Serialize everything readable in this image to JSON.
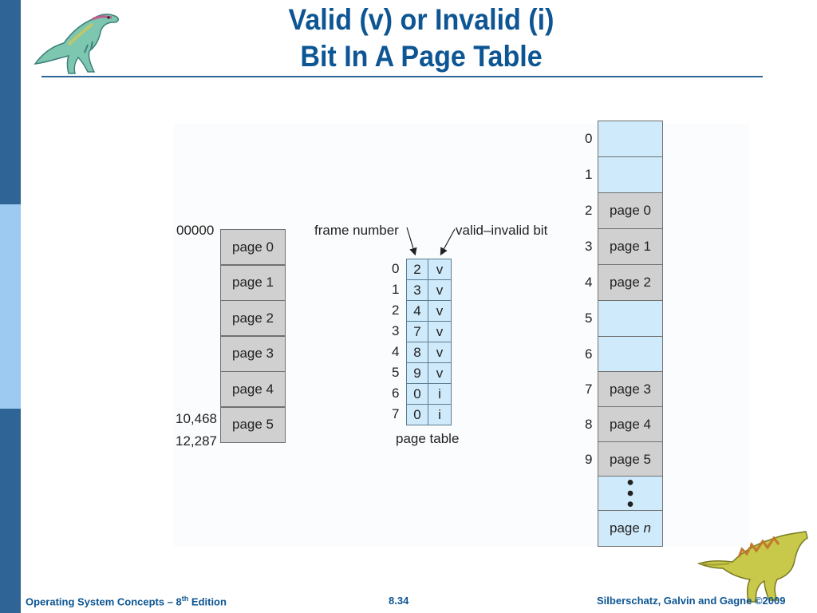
{
  "slide": {
    "title_line1": "Valid (v) or Invalid (i)",
    "title_line2": "Bit In A Page Table",
    "colors": {
      "accent": "#0d5593",
      "sidebar_dark": "#2f6596",
      "sidebar_light": "#9ccaf0",
      "page_fill": "#d0d0d0",
      "frame_fill": "#cfeafa"
    }
  },
  "logical_memory": {
    "start_address": "00000",
    "addr_10468": "10,468",
    "addr_12287": "12,287",
    "pages": [
      "page 0",
      "page 1",
      "page 2",
      "page 3",
      "page 4",
      "page 5"
    ]
  },
  "page_table": {
    "label": "page table",
    "frame_number_label": "frame number",
    "valid_bit_label": "valid–invalid bit",
    "rows": [
      {
        "index": "0",
        "frame": "2",
        "bit": "v"
      },
      {
        "index": "1",
        "frame": "3",
        "bit": "v"
      },
      {
        "index": "2",
        "frame": "4",
        "bit": "v"
      },
      {
        "index": "3",
        "frame": "7",
        "bit": "v"
      },
      {
        "index": "4",
        "frame": "8",
        "bit": "v"
      },
      {
        "index": "5",
        "frame": "9",
        "bit": "v"
      },
      {
        "index": "6",
        "frame": "0",
        "bit": "i"
      },
      {
        "index": "7",
        "frame": "0",
        "bit": "i"
      }
    ]
  },
  "physical_memory": {
    "frames": [
      {
        "index": "0",
        "content": ""
      },
      {
        "index": "1",
        "content": ""
      },
      {
        "index": "2",
        "content": "page 0"
      },
      {
        "index": "3",
        "content": "page 1"
      },
      {
        "index": "4",
        "content": "page 2"
      },
      {
        "index": "5",
        "content": ""
      },
      {
        "index": "6",
        "content": ""
      },
      {
        "index": "7",
        "content": "page 3"
      },
      {
        "index": "8",
        "content": "page 4"
      },
      {
        "index": "9",
        "content": "page 5"
      }
    ],
    "last_prefix": "page ",
    "last_var": "n"
  },
  "footer": {
    "left_prefix": "Operating System Concepts – 8",
    "left_sup": "th",
    "left_suffix": " Edition",
    "center": "8.34",
    "right": "Silberschatz, Galvin and Gagne ©2009"
  }
}
